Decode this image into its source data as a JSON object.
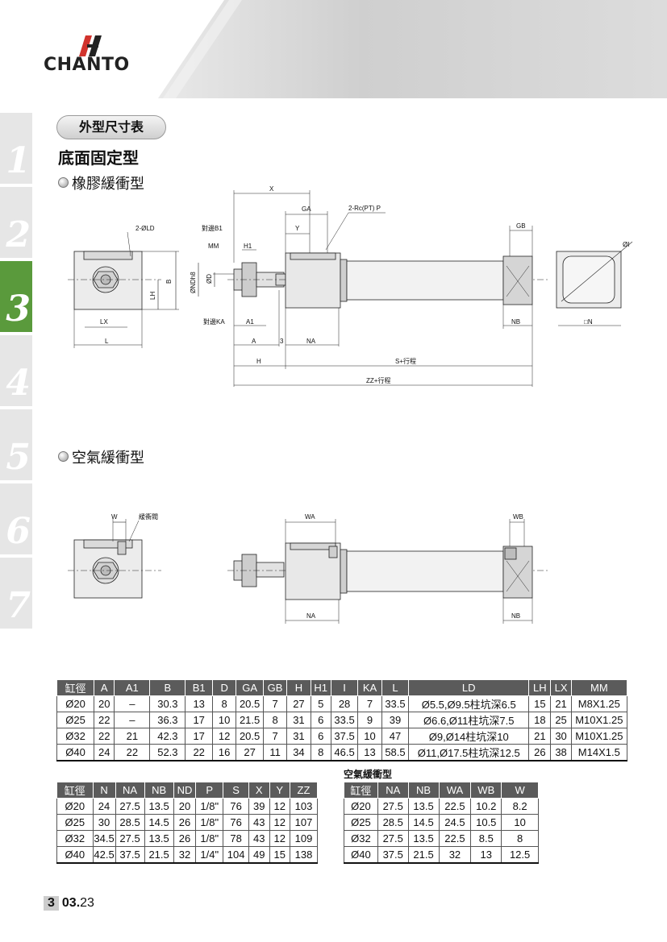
{
  "brand": {
    "name": "CHANTO"
  },
  "chapter_tabs": [
    "1",
    "2",
    "3",
    "4",
    "5",
    "6",
    "7"
  ],
  "active_tab": "3",
  "section_pill": "外型尺寸表",
  "title": "底面固定型",
  "subheads": {
    "rubber": "橡膠緩衝型",
    "air": "空氣緩衝型"
  },
  "drawing1_labels": {
    "ld": "2-ØLD",
    "b1": "對邊B1",
    "mm": "MM",
    "h1": "H1",
    "x": "X",
    "ga": "GA",
    "y": "Y",
    "port": "2-Rc(PT) P",
    "gb": "GB",
    "i": "ØI",
    "b": "B",
    "lh": "LH",
    "nd": "ØNDh8",
    "d": "ØD",
    "ka": "對邊KA",
    "a1": "A1",
    "lx": "LX",
    "l": "L",
    "a": "A",
    "three": "3",
    "na": "NA",
    "nb": "NB",
    "n": "□N",
    "h": "H",
    "s_stroke": "S+行程",
    "zz_stroke": "ZZ+行程"
  },
  "drawing2_labels": {
    "w": "W",
    "cushion_valve": "緩衝閥",
    "wa": "WA",
    "wb": "WB",
    "na": "NA",
    "nb": "NB"
  },
  "table1": {
    "headers": [
      "缸徑",
      "A",
      "A1",
      "B",
      "B1",
      "D",
      "GA",
      "GB",
      "H",
      "H1",
      "I",
      "KA",
      "L",
      "LD",
      "LH",
      "LX",
      "MM"
    ],
    "rows": [
      [
        "Ø20",
        "20",
        "–",
        "30.3",
        "13",
        "8",
        "20.5",
        "7",
        "27",
        "5",
        "28",
        "7",
        "33.5",
        "Ø5.5,Ø9.5柱坑深6.5",
        "15",
        "21",
        "M8X1.25"
      ],
      [
        "Ø25",
        "22",
        "–",
        "36.3",
        "17",
        "10",
        "21.5",
        "8",
        "31",
        "6",
        "33.5",
        "9",
        "39",
        "Ø6.6,Ø11柱坑深7.5",
        "18",
        "25",
        "M10X1.25"
      ],
      [
        "Ø32",
        "22",
        "21",
        "42.3",
        "17",
        "12",
        "20.5",
        "7",
        "31",
        "6",
        "37.5",
        "10",
        "47",
        "Ø9,Ø14柱坑深10",
        "21",
        "30",
        "M10X1.25"
      ],
      [
        "Ø40",
        "24",
        "22",
        "52.3",
        "22",
        "16",
        "27",
        "11",
        "34",
        "8",
        "46.5",
        "13",
        "58.5",
        "Ø11,Ø17.5柱坑深12.5",
        "26",
        "38",
        "M14X1.5"
      ]
    ]
  },
  "table2": {
    "headers": [
      "缸徑",
      "N",
      "NA",
      "NB",
      "ND",
      "P",
      "S",
      "X",
      "Y",
      "ZZ"
    ],
    "rows": [
      [
        "Ø20",
        "24",
        "27.5",
        "13.5",
        "20",
        "1/8\"",
        "76",
        "39",
        "12",
        "103"
      ],
      [
        "Ø25",
        "30",
        "28.5",
        "14.5",
        "26",
        "1/8\"",
        "76",
        "43",
        "12",
        "107"
      ],
      [
        "Ø32",
        "34.5",
        "27.5",
        "13.5",
        "26",
        "1/8\"",
        "78",
        "43",
        "12",
        "109"
      ],
      [
        "Ø40",
        "42.5",
        "37.5",
        "21.5",
        "32",
        "1/4\"",
        "104",
        "49",
        "15",
        "138"
      ]
    ]
  },
  "table3": {
    "caption": "空氣緩衝型",
    "headers": [
      "缸徑",
      "NA",
      "NB",
      "WA",
      "WB",
      "W"
    ],
    "rows": [
      [
        "Ø20",
        "27.5",
        "13.5",
        "22.5",
        "10.2",
        "8.2"
      ],
      [
        "Ø25",
        "28.5",
        "14.5",
        "24.5",
        "10.5",
        "10"
      ],
      [
        "Ø32",
        "27.5",
        "13.5",
        "22.5",
        "8.5",
        "8"
      ],
      [
        "Ø40",
        "37.5",
        "21.5",
        "32",
        "13",
        "12.5"
      ]
    ]
  },
  "page_number": {
    "chapter": "3",
    "page": "03.",
    "sub": "23"
  },
  "colors": {
    "tab_active": "#5a9a3c",
    "table_header": "#5b5b5b",
    "band": "#d7d7d7"
  }
}
